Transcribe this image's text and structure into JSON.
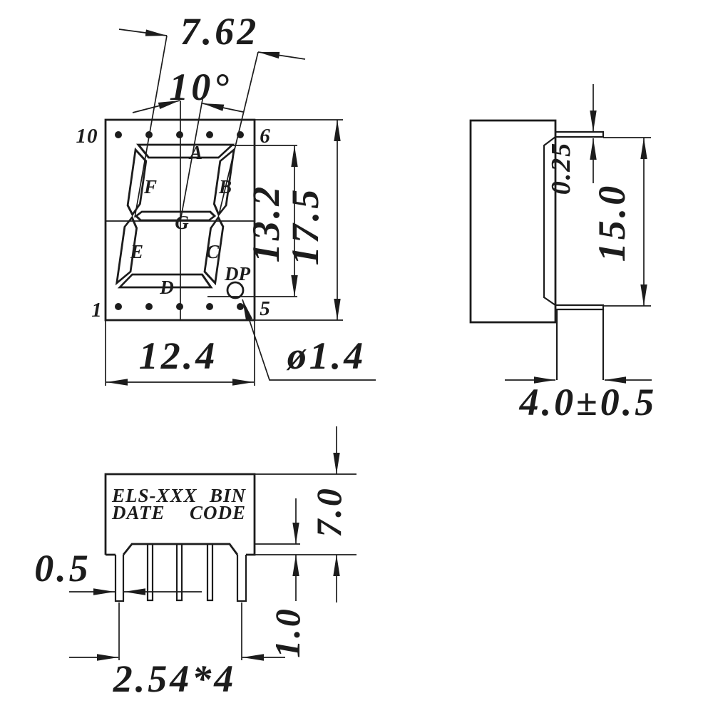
{
  "drawing": {
    "front_view": {
      "pin_numbers": {
        "top_left": "10",
        "top_right": "6",
        "bottom_left": "1",
        "bottom_right": "5"
      },
      "segment_labels": {
        "a": "A",
        "b": "B",
        "c": "C",
        "d": "D",
        "e": "E",
        "f": "F",
        "g": "G",
        "dp": "DP"
      },
      "dimensions": {
        "segment_column_pitch": "7.62",
        "tilt_angle": "10°",
        "digit_window_height": "13.2",
        "package_height": "17.5",
        "package_width": "12.4",
        "dp_diameter": "ø1.4"
      }
    },
    "side_view": {
      "dimensions": {
        "bezel_lip_thickness": "0.25",
        "face_height": "15.0",
        "base_width": "4.0±0.5"
      }
    },
    "bottom_view": {
      "marking": {
        "line1_left": "ELS-XXX",
        "line1_right": "BIN",
        "line2_left": "DATE",
        "line2_right": "CODE"
      },
      "dimensions": {
        "lead_width": "0.5",
        "body_depth": "7.0",
        "standoff_height": "1.0",
        "lead_pitch": "2.54*4"
      }
    },
    "colors": {
      "line": "#1c1c1c",
      "background": "#ffffff"
    }
  }
}
